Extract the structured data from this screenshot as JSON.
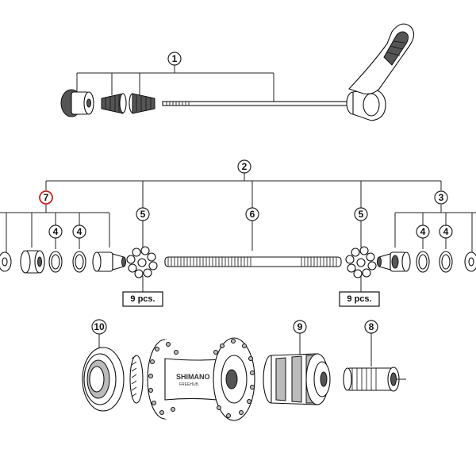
{
  "callouts": {
    "c1": "1",
    "c2": "2",
    "c3": "3",
    "c4a": "4",
    "c4b": "4",
    "c4c": "4",
    "c4d": "4",
    "c5a": "5",
    "c5b": "5",
    "c6": "6",
    "c7": "7",
    "c8": "8",
    "c9": "9",
    "c10": "10"
  },
  "labels": {
    "pcs_left": "9 pcs.",
    "pcs_right": "9 pcs."
  },
  "hub_logo": {
    "brand": "SHIMANO",
    "sub": "FREEHUB"
  },
  "colors": {
    "highlight": "#cc2222",
    "line": "#222222"
  }
}
